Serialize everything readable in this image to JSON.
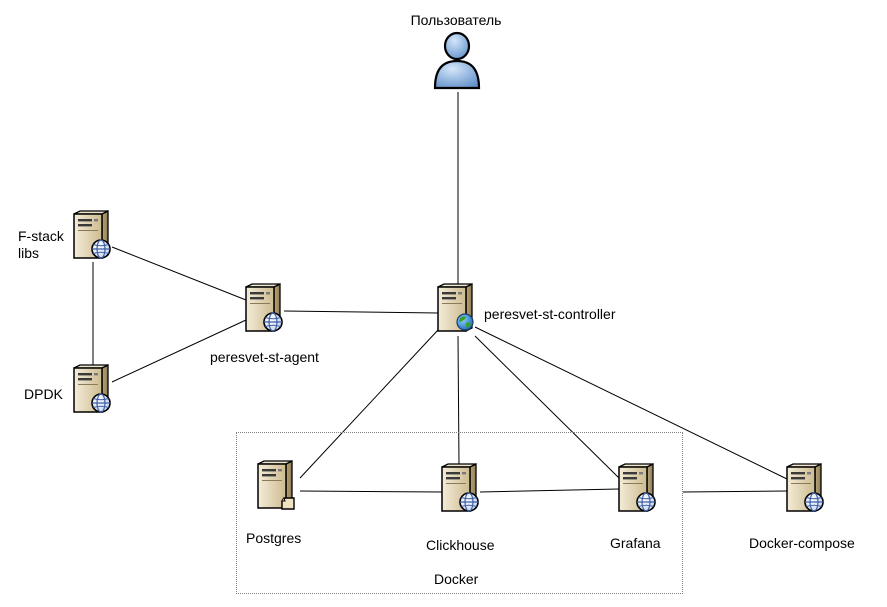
{
  "diagram": {
    "nodes": {
      "user": {
        "label": "Пользователь",
        "icon": "user-icon"
      },
      "fstack": {
        "label": "F-stack\nlibs",
        "icon": "server-globe-icon"
      },
      "dpdk": {
        "label": "DPDK",
        "icon": "server-globe-icon"
      },
      "agent": {
        "label": "peresvet-st-agent",
        "icon": "server-globe-icon"
      },
      "controller": {
        "label": "peresvet-st-controller",
        "icon": "server-earth-icon"
      },
      "postgres": {
        "label": "Postgres",
        "icon": "server-database-icon"
      },
      "clickhouse": {
        "label": "Clickhouse",
        "icon": "server-globe-icon"
      },
      "grafana": {
        "label": "Grafana",
        "icon": "server-globe-icon"
      },
      "compose": {
        "label": "Docker-compose",
        "icon": "server-globe-icon"
      }
    },
    "group": {
      "label": "Docker"
    },
    "edges": [
      [
        "user",
        "controller"
      ],
      [
        "fstack",
        "dpdk"
      ],
      [
        "fstack",
        "agent"
      ],
      [
        "dpdk",
        "agent"
      ],
      [
        "agent",
        "controller"
      ],
      [
        "controller",
        "postgres"
      ],
      [
        "controller",
        "clickhouse"
      ],
      [
        "controller",
        "grafana"
      ],
      [
        "controller",
        "compose"
      ],
      [
        "postgres",
        "clickhouse"
      ],
      [
        "clickhouse",
        "grafana"
      ],
      [
        "group",
        "compose"
      ]
    ],
    "colors": {
      "line": "#000000",
      "server_body": "#e8dcc0",
      "server_dark": "#bfae86",
      "globe": "#4a6fb5",
      "earth_green": "#3aa02a",
      "user_blue": "#7aa6d8"
    }
  }
}
